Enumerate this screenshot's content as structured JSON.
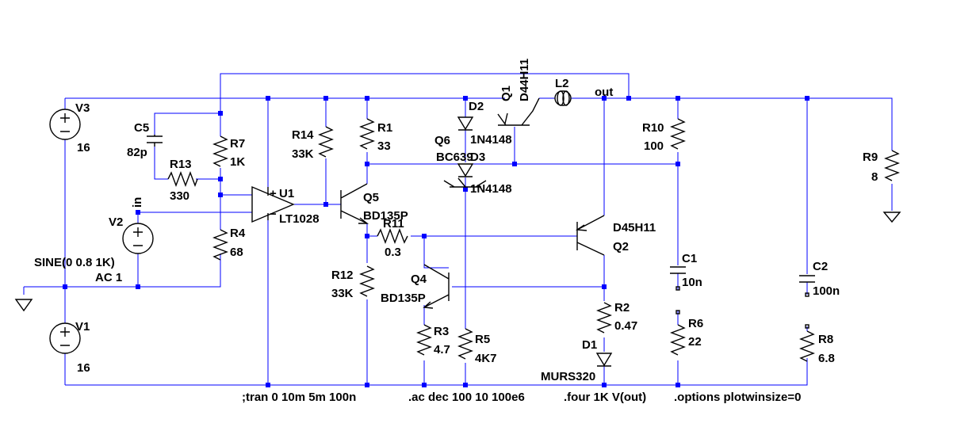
{
  "colors": {
    "wire": "#0000ff",
    "component": "#000000",
    "background": "#ffffff"
  },
  "net_labels": {
    "out": "out",
    "in": "in"
  },
  "sources": {
    "V3": {
      "name": "V3",
      "value": "16"
    },
    "V1": {
      "name": "V1",
      "value": "16"
    },
    "V2": {
      "name": "V2",
      "value1": "SINE(0 0.8 1K)",
      "value2": "AC 1"
    }
  },
  "resistors": {
    "R1": {
      "name": "R1",
      "value": "33"
    },
    "R2": {
      "name": "R2",
      "value": "0.47"
    },
    "R3": {
      "name": "R3",
      "value": "4.7"
    },
    "R4": {
      "name": "R4",
      "value": "68"
    },
    "R5": {
      "name": "R5",
      "value": "4K7"
    },
    "R6": {
      "name": "R6",
      "value": "22"
    },
    "R7": {
      "name": "R7",
      "value": "1K"
    },
    "R8": {
      "name": "R8",
      "value": "6.8"
    },
    "R9": {
      "name": "R9",
      "value": "8"
    },
    "R10": {
      "name": "R10",
      "value": "100"
    },
    "R11": {
      "name": "R11",
      "value": "0.3"
    },
    "R12": {
      "name": "R12",
      "value": "33K"
    },
    "R13": {
      "name": "R13",
      "value": "330"
    },
    "R14": {
      "name": "R14",
      "value": "33K"
    }
  },
  "capacitors": {
    "C1": {
      "name": "C1",
      "value": "10n"
    },
    "C2": {
      "name": "C2",
      "value": "100n"
    },
    "C5": {
      "name": "C5",
      "value": "82p"
    }
  },
  "inductors": {
    "L2": {
      "name": "L2"
    }
  },
  "diodes": {
    "D1": {
      "name": "D1",
      "value": "MURS320"
    },
    "D2": {
      "name": "D2",
      "value": "1N4148"
    },
    "D3": {
      "name": "D3",
      "value": "1N4148"
    }
  },
  "transistors": {
    "Q1": {
      "name": "Q1",
      "value": "D44H11"
    },
    "Q2": {
      "name": "Q2",
      "value": "D45H11"
    },
    "Q4": {
      "name": "Q4",
      "value": "BD135P"
    },
    "Q5": {
      "name": "Q5",
      "value": "BD135P"
    },
    "Q6": {
      "name": "Q6",
      "value": "BC639"
    }
  },
  "opamp": {
    "name": "U1",
    "value": "LT1028"
  },
  "directives": {
    "tran": ";tran 0 10m 5m 100n",
    "ac": ".ac dec 100 10 100e6",
    "four": ".four 1K V(out)",
    "options": ".options plotwinsize=0"
  }
}
